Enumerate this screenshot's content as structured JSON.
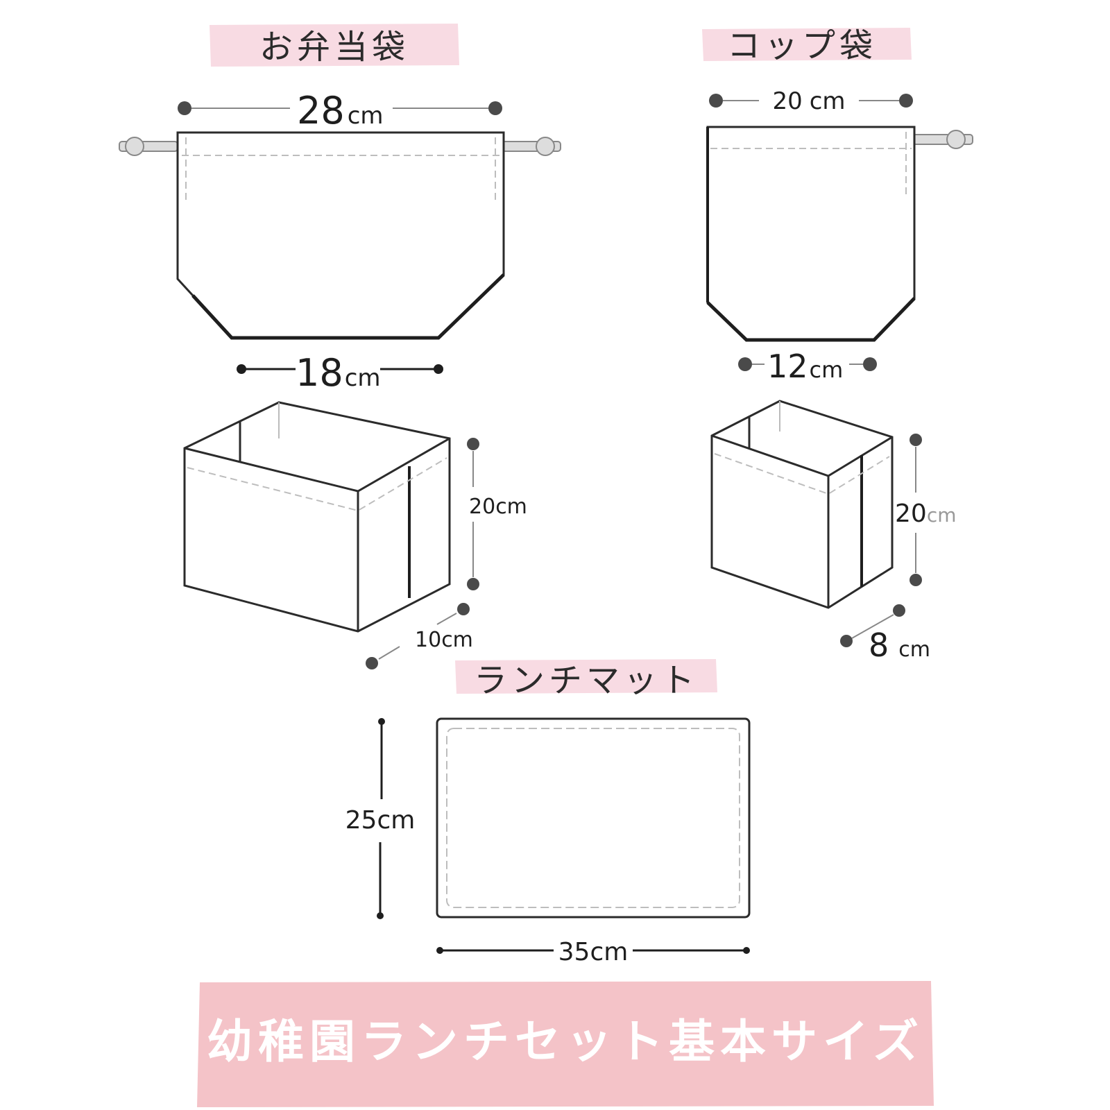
{
  "sections": {
    "bento_bag": {
      "title": "お弁当袋",
      "top_width": {
        "value": "28",
        "unit": "cm"
      },
      "bottom_width": {
        "value": "18",
        "unit": "cm"
      },
      "height": {
        "value": "20",
        "unit": "cm"
      },
      "depth": {
        "value": "10",
        "unit": "cm"
      }
    },
    "cup_bag": {
      "title": "コップ袋",
      "top_width": {
        "value": "20",
        "unit": "cm"
      },
      "bottom_width": {
        "value": "12",
        "unit": "cm"
      },
      "height": {
        "value": "20",
        "unit": "cm"
      },
      "depth": {
        "value": "8",
        "unit": "cm"
      }
    },
    "lunch_mat": {
      "title": "ランチマット",
      "height": {
        "value": "25",
        "unit": "cm"
      },
      "width": {
        "value": "35",
        "unit": "cm"
      }
    }
  },
  "banner": {
    "text": "幼稚園ランチセット基本サイズ"
  },
  "colors": {
    "highlight_pink": "#f8dbe3",
    "banner_pink": "#f4c3c8",
    "stroke": "#2b2b2b",
    "dash": "#bdbdbd",
    "dot": "#4a4a4a"
  }
}
